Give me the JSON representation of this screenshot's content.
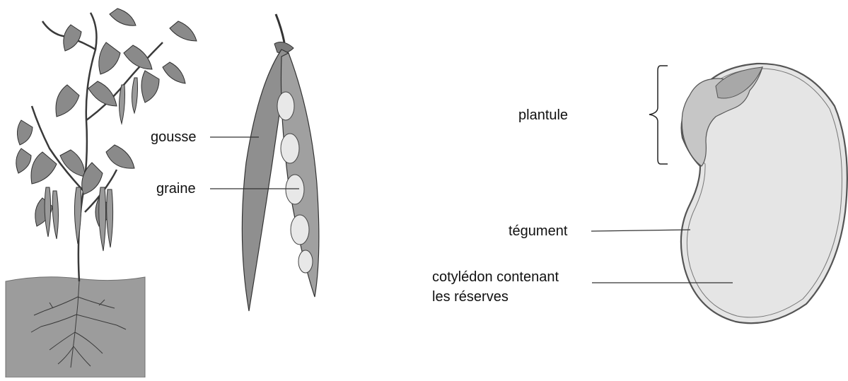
{
  "labels": {
    "gousse": "gousse",
    "graine": "graine",
    "plantule": "plantule",
    "tegument": "tégument",
    "cotyledon_line1": "cotylédon contenant",
    "cotyledon_line2": "les réserves"
  },
  "colors": {
    "soil": "#9c9c9c",
    "ink": "#333333",
    "pod": "#8f8f8f",
    "seed_fill": "#e5e5e5",
    "seed_outline": "#555555",
    "plantule_fill": "#c6c6c6",
    "leaf": "#8a8a8a"
  }
}
